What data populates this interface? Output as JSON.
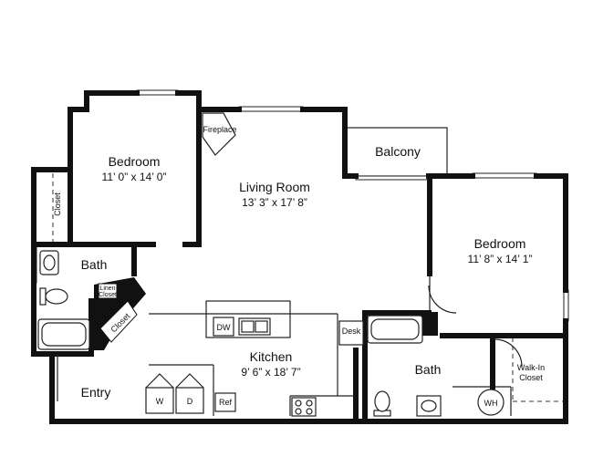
{
  "rooms": {
    "bedroom_left": {
      "name": "Bedroom",
      "dims": "11’ 0” x 14’ 0”"
    },
    "living": {
      "name": "Living Room",
      "dims": "13’ 3” x 17’ 8”"
    },
    "balcony": {
      "name": "Balcony"
    },
    "bedroom_right": {
      "name": "Bedroom",
      "dims": "11’ 8” x 14’ 1”"
    },
    "bath_left": {
      "name": "Bath"
    },
    "kitchen": {
      "name": "Kitchen",
      "dims": "9’ 6” x 18’ 7”"
    },
    "entry": {
      "name": "Entry"
    },
    "bath_right": {
      "name": "Bath"
    }
  },
  "labels": {
    "fireplace": "Fireplace",
    "closet_left": "Closet",
    "linen_closet_1": "Linen",
    "linen_closet_2": "Closet",
    "closet_diag": "Closet",
    "desk": "Desk",
    "dw": "DW",
    "washer": "W",
    "dryer": "D",
    "ref": "Ref",
    "walkin_1": "Walk-In",
    "walkin_2": "Closet",
    "wh": "WH"
  }
}
